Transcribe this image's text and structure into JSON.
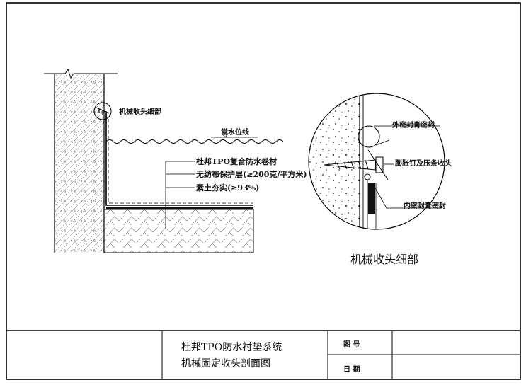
{
  "section_callout": "机械收头细部",
  "water_level_label": "常水位线",
  "layers": {
    "membrane": "杜邦TPO复合防水卷材",
    "geotextile": "无纺布保护层(≥200克/平方米)",
    "soil": "素土夯实(≥93%)"
  },
  "detail": {
    "title": "机械收头细部",
    "outer_sealant": "外密封膏密封",
    "anchor": "膨胀钉及压条收头",
    "inner_sealant": "内密封膏密封"
  },
  "title_block": {
    "title_line1": "杜邦TPO防水衬垫系统",
    "title_line2": "机械固定收头剖面图",
    "drawing_no_label": "图 号",
    "date_label": "日 期"
  }
}
